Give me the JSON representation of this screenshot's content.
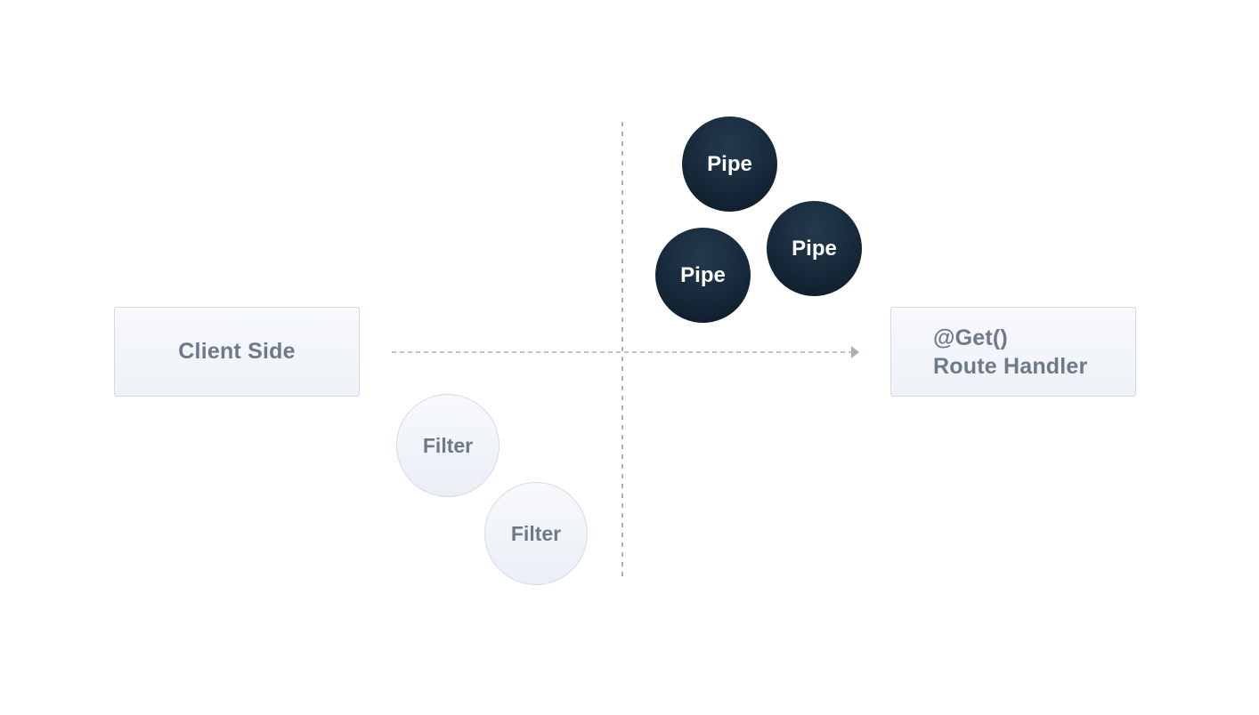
{
  "nodes": {
    "client": {
      "label": "Client Side"
    },
    "handler": {
      "line1": "@Get()",
      "line2": "Route Handler"
    }
  },
  "pipes": [
    {
      "label": "Pipe"
    },
    {
      "label": "Pipe"
    },
    {
      "label": "Pipe"
    }
  ],
  "filters": [
    {
      "label": "Filter"
    },
    {
      "label": "Filter"
    }
  ],
  "colors": {
    "pipe": "#16293a",
    "box_border": "#d3dce6",
    "box_text": "#6c7a89",
    "line": "#a7b0b9"
  }
}
